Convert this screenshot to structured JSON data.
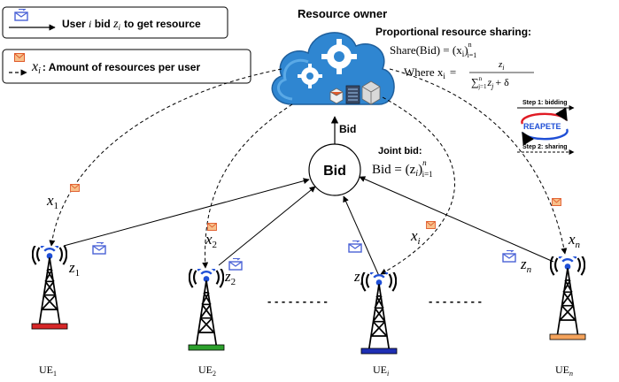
{
  "legend": {
    "bid_text_a": "User",
    "bid_text_i": "i",
    "bid_text_b": "bid",
    "bid_text_z": "z",
    "bid_text_zi": "i",
    "bid_text_c": "to get resource",
    "resource_x": "x",
    "resource_xi": "i",
    "resource_text": ": Amount of resources per user"
  },
  "owner": {
    "title": "Resource owner",
    "sharing_title": "Proportional resource sharing:",
    "share_lhs": "Share(Bid) = (x",
    "share_sub": "i",
    "share_rp": ")",
    "share_lo": "i=1",
    "share_hi": "n",
    "where_text": "Where x",
    "where_sub": "i",
    "where_eq": "=",
    "frac_num": "z",
    "frac_num_sub": "i",
    "frac_den": "∑",
    "frac_den_lo": "j=1",
    "frac_den_hi": "n",
    "frac_den_tail": "z",
    "frac_den_tail_sub": "j",
    "frac_den_delta": "+ δ"
  },
  "repeat": {
    "step1": "Step 1: bidding",
    "label": "REAPETE",
    "step2": "Step 2: sharing"
  },
  "bid_node": {
    "label": "Bid",
    "arrow_label": "Bid"
  },
  "joint_bid": {
    "title": "Joint bid:",
    "lhs": "Bid = (z",
    "sub": "i",
    "rp": ")",
    "lo": "i=1",
    "hi": "n"
  },
  "users": [
    {
      "ue": "UE",
      "ue_sub": "1",
      "z": "z",
      "z_sub": "1",
      "x": "x",
      "x_sub": "1",
      "color": "#d62728"
    },
    {
      "ue": "UE",
      "ue_sub": "2",
      "z": "z",
      "z_sub": "2",
      "x": "x",
      "x_sub": "2",
      "color": "#2ca02c"
    },
    {
      "ue": "UE",
      "ue_sub": "i",
      "z": "z",
      "z_sub": "i",
      "x": "x",
      "x_sub": "i",
      "color": "#1f2fb4"
    },
    {
      "ue": "UE",
      "ue_sub": "n",
      "z": "z",
      "z_sub": "n",
      "x": "x",
      "x_sub": "n",
      "color": "#f5a35c"
    }
  ],
  "ellipsis": {
    "left": "- - - - - - - - -",
    "right": "- - - - - - - -"
  },
  "colors": {
    "cloud": "#2f86d1",
    "cloud_light": "#4aa3e8",
    "envelope": "#4a62d6",
    "mail_orange": "#e05a2b",
    "repeat_red": "#e01b24",
    "repeat_blue": "#1f4fd6"
  }
}
